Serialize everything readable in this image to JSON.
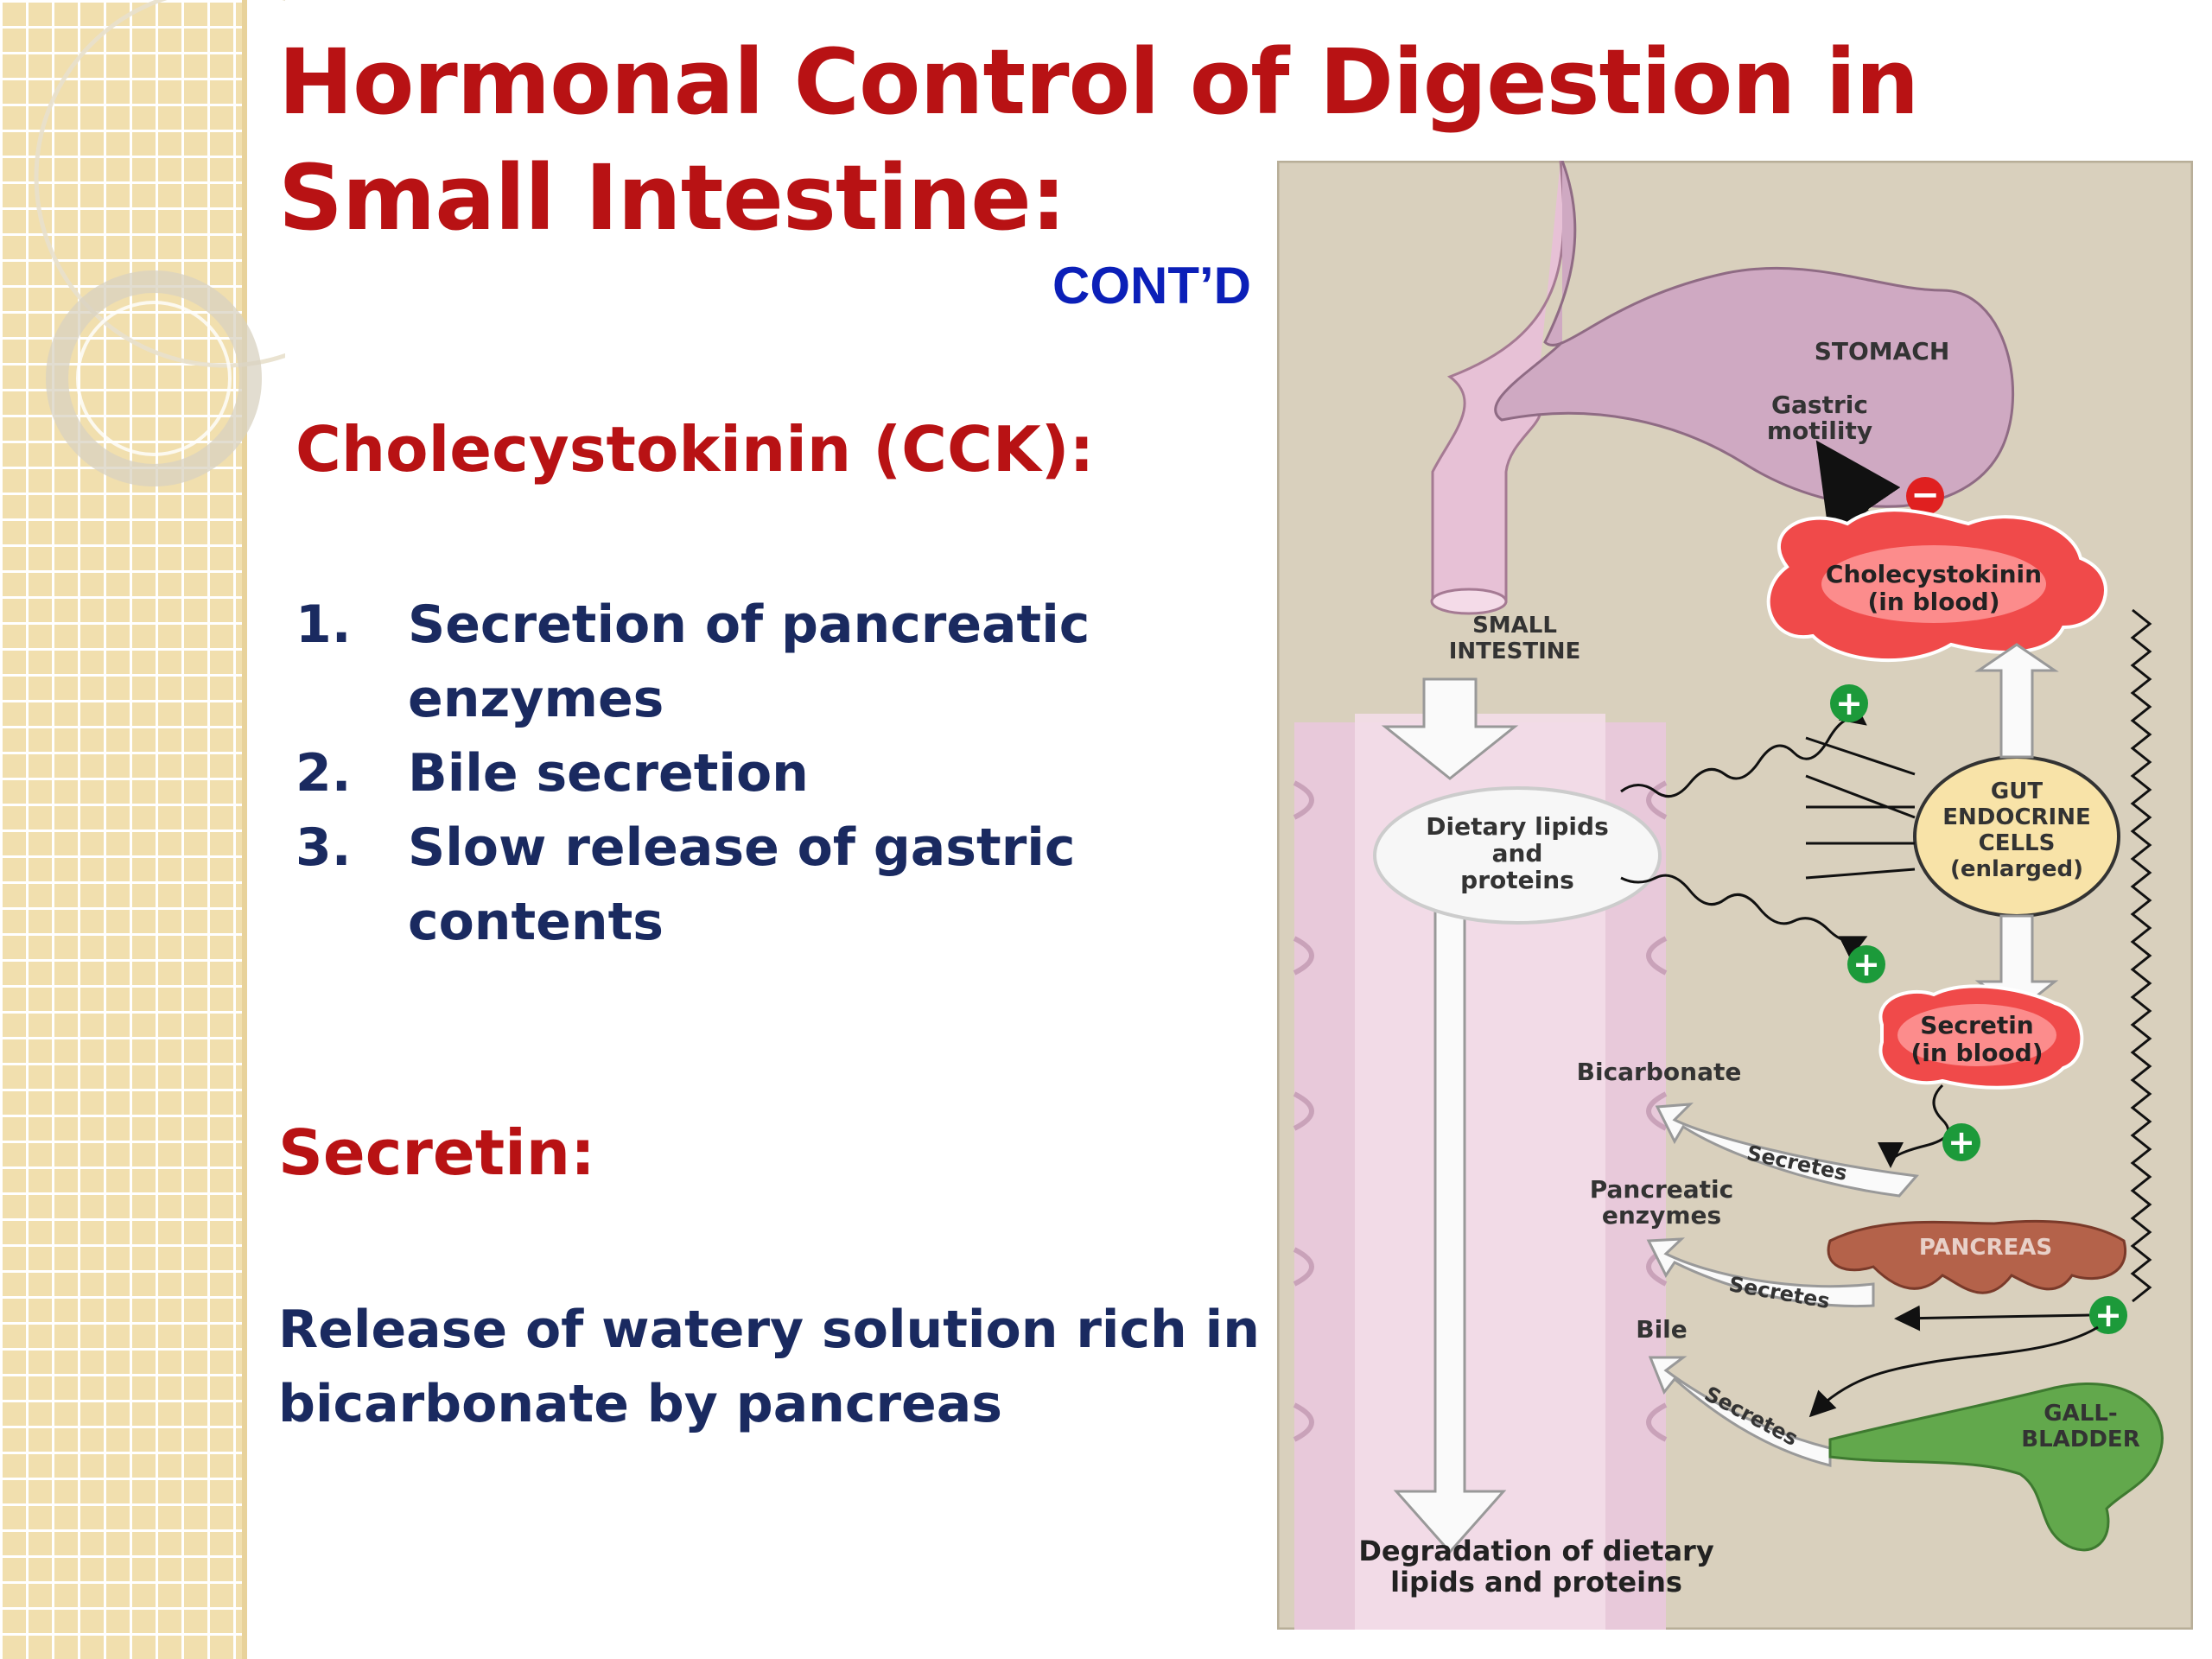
{
  "title": "Hormonal Control of Digestion in Small Intestine:",
  "contd": "CONT’D",
  "cck": {
    "heading": "Cholecystokinin (CCK):",
    "items": [
      {
        "num": "1.",
        "text": "Secretion of pancreatic enzymes"
      },
      {
        "num": "2.",
        "text": "Bile secretion"
      },
      {
        "num": "3.",
        "text": "Slow release of gastric contents"
      }
    ]
  },
  "secretin": {
    "heading": "Secretin:",
    "body": "Release of watery solution rich in bicarbonate by pancreas"
  },
  "diagram": {
    "stomach": "STOMACH",
    "gastric_1": "Gastric",
    "gastric_2": "motility",
    "small_1": "SMALL",
    "small_2": "INTESTINE",
    "cck_1": "Cholecystokinin",
    "cck_2": "(in blood)",
    "gut_1": "GUT",
    "gut_2": "ENDOCRINE",
    "gut_3": "CELLS",
    "gut_4": "(enlarged)",
    "diet_1": "Dietary lipids",
    "diet_2": "and",
    "diet_3": "proteins",
    "secretin_1": "Secretin",
    "secretin_2": "(in blood)",
    "bicarbonate": "Bicarbonate",
    "secretes": "Secretes",
    "pancreatic_1": "Pancreatic",
    "pancreatic_2": "enzymes",
    "pancreas": "PANCREAS",
    "bile": "Bile",
    "gall_1": "GALL-",
    "gall_2": "BLADDER",
    "degradation_1": "Degradation of dietary",
    "degradation_2": "lipids and proteins",
    "plus": "+",
    "minus": "−"
  },
  "colors": {
    "title_red": "#b81214",
    "contd_blue": "#0b1fb8",
    "body_navy": "#1a2a60"
  }
}
